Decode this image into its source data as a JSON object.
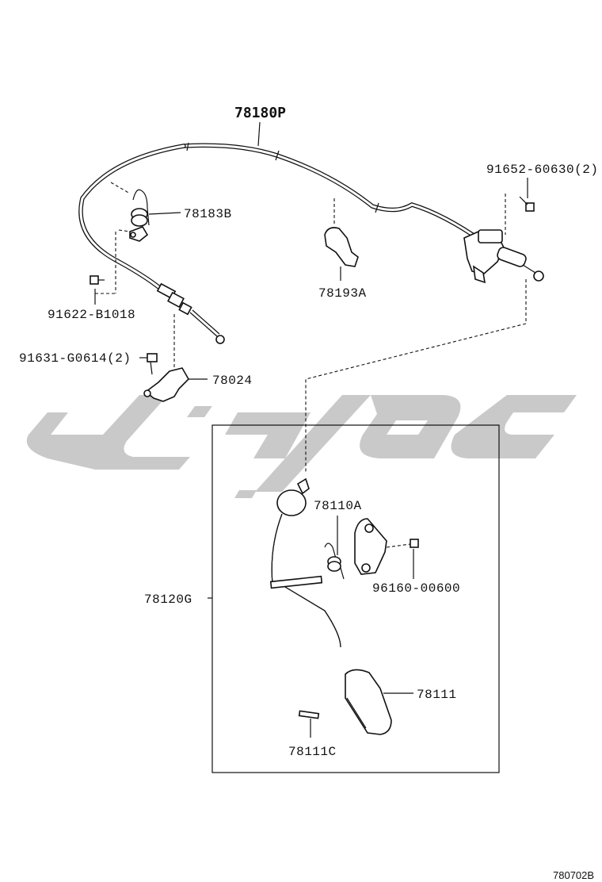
{
  "diagram": {
    "part_labels": [
      {
        "id": "lbl-78180P",
        "text": "78180P"
      },
      {
        "id": "lbl-91652",
        "text": "91652-60630(2)"
      },
      {
        "id": "lbl-78183B",
        "text": "78183B"
      },
      {
        "id": "lbl-78193A",
        "text": "78193A"
      },
      {
        "id": "lbl-91622",
        "text": "91622-B1018"
      },
      {
        "id": "lbl-91631",
        "text": "91631-G0614(2)"
      },
      {
        "id": "lbl-78024",
        "text": "78024"
      },
      {
        "id": "lbl-78110A",
        "text": "78110A"
      },
      {
        "id": "lbl-96160",
        "text": "96160-00600"
      },
      {
        "id": "lbl-78120G",
        "text": "78120G"
      },
      {
        "id": "lbl-78111",
        "text": "78111"
      },
      {
        "id": "lbl-78111C",
        "text": "78111C"
      }
    ],
    "figure_code": "780702B"
  }
}
